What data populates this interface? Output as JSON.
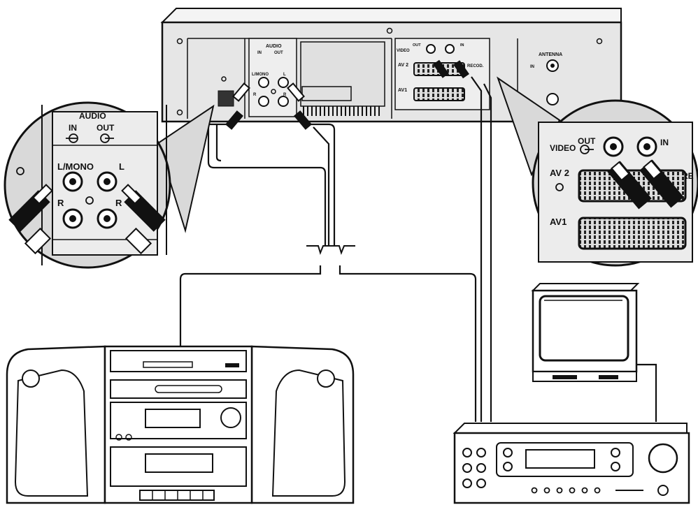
{
  "vcr": {
    "audio_header": "AUDIO",
    "audio_in": "IN",
    "audio_out": "OUT",
    "audio_lmono": "L/MONO",
    "audio_l": "L",
    "audio_r": "R",
    "video_label": "VIDEO",
    "video_out": "OUT",
    "video_in": "IN",
    "av2": "AV 2",
    "av1": "AV1",
    "recod": "RECOD.",
    "antenna": "ANTENNA",
    "antenna_in": "IN"
  },
  "zoom_left": {
    "audio": "AUDIO",
    "in": "IN",
    "out": "OUT",
    "lmono": "L/MONO",
    "l": "L",
    "r_left": "R",
    "r_right": "R"
  },
  "zoom_right": {
    "video": "VIDEO",
    "out": "OUT",
    "in": "IN",
    "av2": "AV 2",
    "av1": "AV1",
    "re": "RE"
  },
  "colors": {
    "line": "#111111",
    "panel": "#e6e6e6",
    "zoom_bg": "#d9d9d9",
    "white": "#ffffff"
  }
}
